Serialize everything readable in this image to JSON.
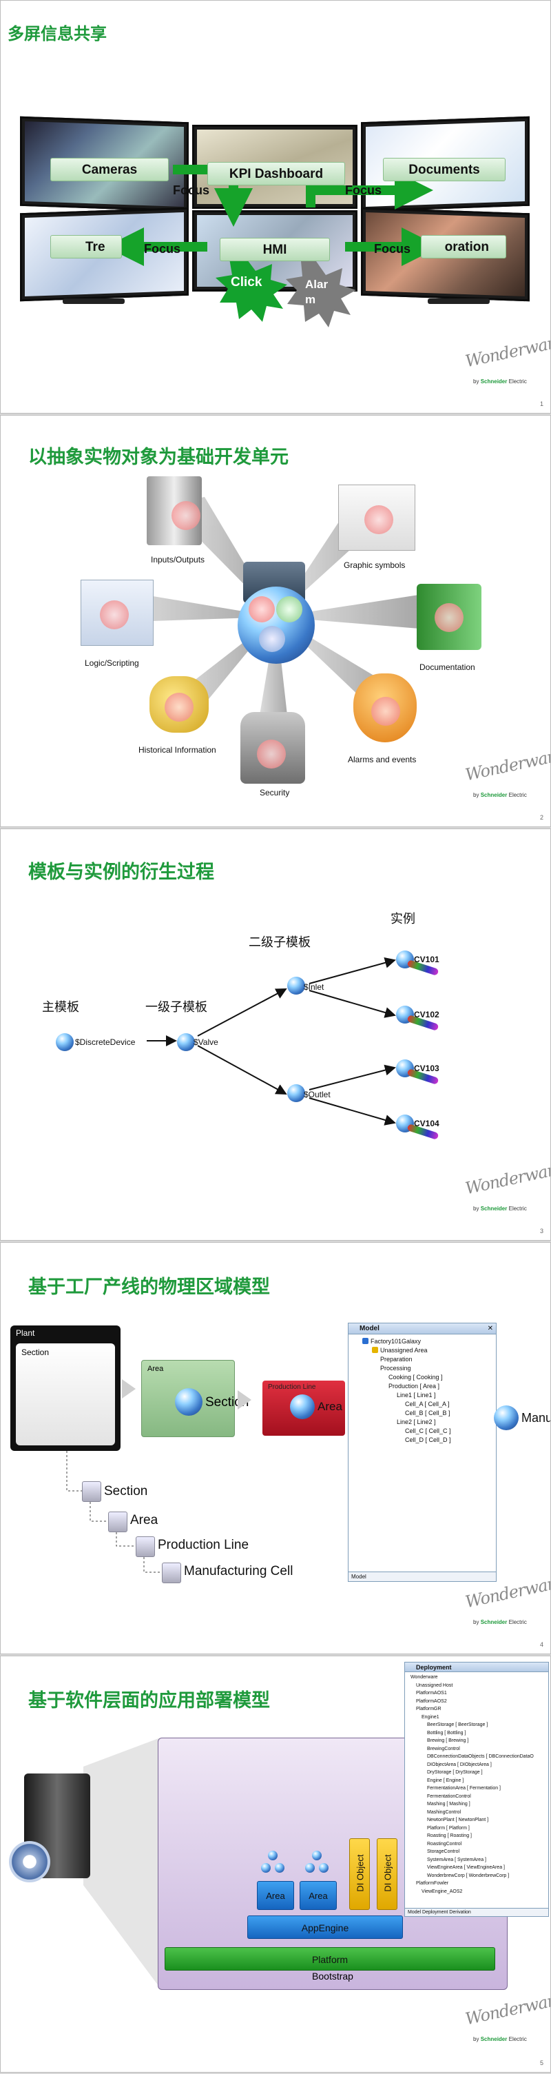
{
  "slides": [
    {
      "title": "多屏信息共享",
      "number": "1",
      "boxes": {
        "cameras": "Cameras",
        "kpi": "KPI Dashboard",
        "documents": "Documents",
        "trends": "Tre",
        "hmi": "HMI",
        "collaboration": "oration"
      },
      "arrows": [
        "Focus",
        "Focus",
        "Focus",
        "Focus"
      ],
      "bursts": {
        "click": "Click",
        "alarm_line1": "Alar",
        "alarm_line2": "m"
      }
    },
    {
      "title": "以抽象实物对象为基础开发单元",
      "number": "2",
      "spokes": {
        "io": "Inputs/Outputs",
        "graphic": "Graphic symbols",
        "logic": "Logic/Scripting",
        "documentation": "Documentation",
        "historical": "Historical Information",
        "alarms": "Alarms and events",
        "security": "Security"
      }
    },
    {
      "title": "模板与实例的衍生过程",
      "number": "3",
      "headers": {
        "base": "主模板",
        "level1": "一级子模板",
        "level2": "二级子模板",
        "instances": "实例"
      },
      "nodes": {
        "base": "$DiscreteDevice",
        "valve": "$Valve",
        "inlet": "$Inlet",
        "outlet": "$Outlet"
      },
      "instances": [
        "CV101",
        "CV102",
        "CV103",
        "CV104"
      ]
    },
    {
      "title": "基于工厂产线的物理区域模型",
      "number": "4",
      "plant": {
        "title": "Plant",
        "section": "Section"
      },
      "area_box": {
        "label": "Area",
        "section": "Section"
      },
      "line_box": {
        "label": "Production Line",
        "area": "Area"
      },
      "manu_label": "Manu",
      "hierarchy": [
        "Section",
        "Area",
        "Production Line",
        "Manufacturing Cell"
      ],
      "model_panel": {
        "title": "Model",
        "rows": [
          "Factory101Galaxy",
          "Unassigned Area",
          "Preparation",
          "Processing",
          "Cooking [ Cooking ]",
          "Production [ Area ]",
          "Line1 [ Line1 ]",
          "Cell_A [ Cell_A ]",
          "Cell_B [ Cell_B ]",
          "Line2 [ Line2 ]",
          "Cell_C [ Cell_C ]",
          "Cell_D [ Cell_D ]"
        ],
        "tab": "Model"
      }
    },
    {
      "title": "基于软件层面的应用部署模型",
      "number": "5",
      "stack": {
        "area1": "Area",
        "area2": "Area",
        "di1": "DI Object",
        "di2": "DI Object",
        "appengine": "AppEngine",
        "platform": "Platform",
        "bootstrap": "Bootstrap"
      },
      "deploy_panel": {
        "title": "Deployment",
        "rows": [
          "Wonderware",
          "Unassigned Host",
          "PlatformAOS1",
          "PlatformAOS2",
          "PlatformGR",
          "Engine1",
          "BeerStorage [ BeerStorage ]",
          "Bottling [ Bottling ]",
          "Brewing [ Brewing ]",
          "BrewingControl",
          "DBConnectionDataObjects [ DBConnectionDataO",
          "DIObjectArea [ DIObjectArea ]",
          "DryStorage [ DryStorage ]",
          "Engine [ Engine ]",
          "FermentationArea [ Fermentation ]",
          "FermentationControl",
          "Mashing [ Mashing ]",
          "MashingControl",
          "NewtonPlant [ NewtonPlant ]",
          "Platform [ Platform ]",
          "Roasting [ Roasting ]",
          "RoastingControl",
          "StorageControl",
          "SystemArea [ SystemArea ]",
          "ViewEngineArea [ ViewEngineArea ]",
          "WonderbrewCorp [ WonderbrewCorp ]",
          "PlatformFowler",
          "ViewEngine_AOS2"
        ],
        "tabs": "Model   Deployment   Derivation"
      }
    }
  ],
  "logo": {
    "brand": "Wonderware",
    "by": "by",
    "company": "Schneider",
    "suffix": "Electric"
  },
  "colors": {
    "title_green": "#1f9a3c",
    "arrow_green": "#16a32a",
    "platform_green": "#1f9e2e",
    "appengine_blue": "#1f7fd6",
    "di_yellow": "#f2c200"
  }
}
